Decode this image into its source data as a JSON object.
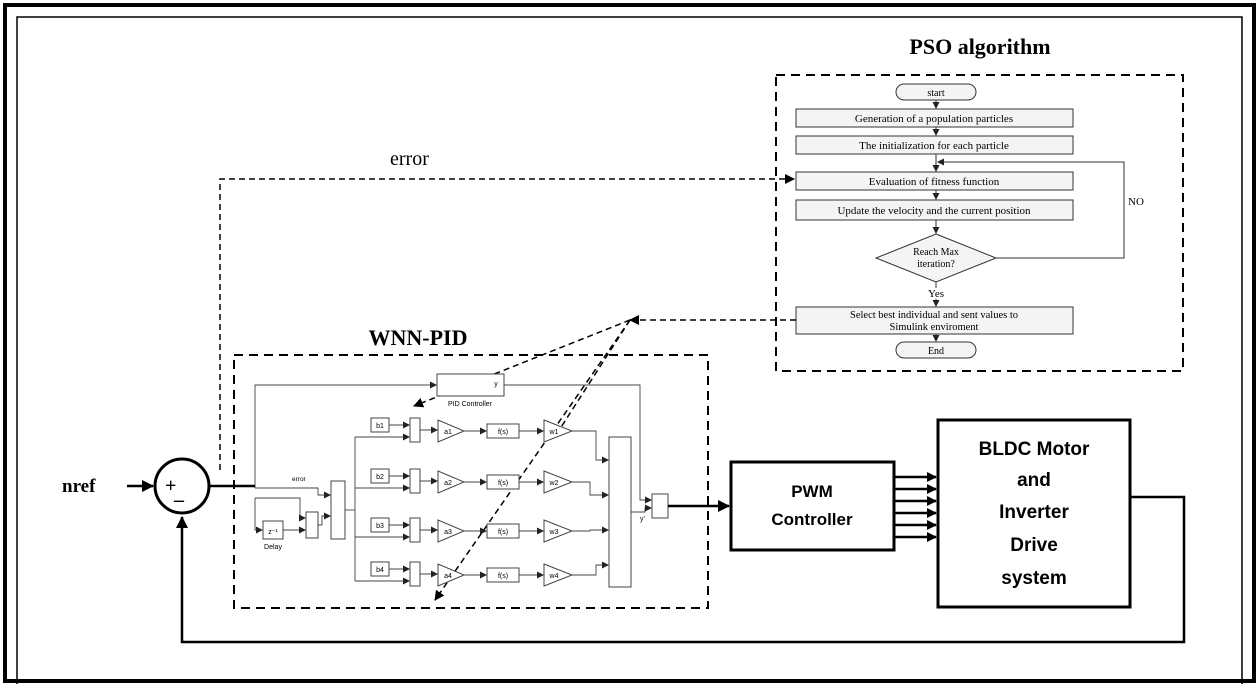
{
  "titles": {
    "pso": "PSO algorithm",
    "wnn": "WNN-PID"
  },
  "signals": {
    "error": "error",
    "nref": "nref",
    "plus": "+",
    "minus": "–"
  },
  "flowchart": {
    "start": "start",
    "step1": "Generation of a population particles",
    "step2": "The initialization for each particle",
    "step3": "Evaluation of fitness function",
    "step4": "Update the velocity and the current position",
    "decision_line1": "Reach Max",
    "decision_line2": "iteration?",
    "no": "NO",
    "yes": "Yes",
    "final_line1": "Select  best individual and sent values to",
    "final_line2": "Simulink enviroment",
    "end": "End"
  },
  "wnn": {
    "pid_controller": "PID Controller",
    "error_label": "error",
    "delay": "Delay",
    "z_inv": "z⁻¹",
    "b": [
      "b1",
      "b2",
      "b3",
      "b4"
    ],
    "a": [
      "a1",
      "a2",
      "a3",
      "a4"
    ],
    "f": "f(s)",
    "w": [
      "w1",
      "w2",
      "w3",
      "w4"
    ],
    "y_prime": "y'",
    "y": "y"
  },
  "blocks": {
    "pwm_line1": "PWM",
    "pwm_line2": "Controller",
    "bldc": [
      "BLDC Motor",
      "and",
      "Inverter",
      "Drive",
      "system"
    ]
  }
}
